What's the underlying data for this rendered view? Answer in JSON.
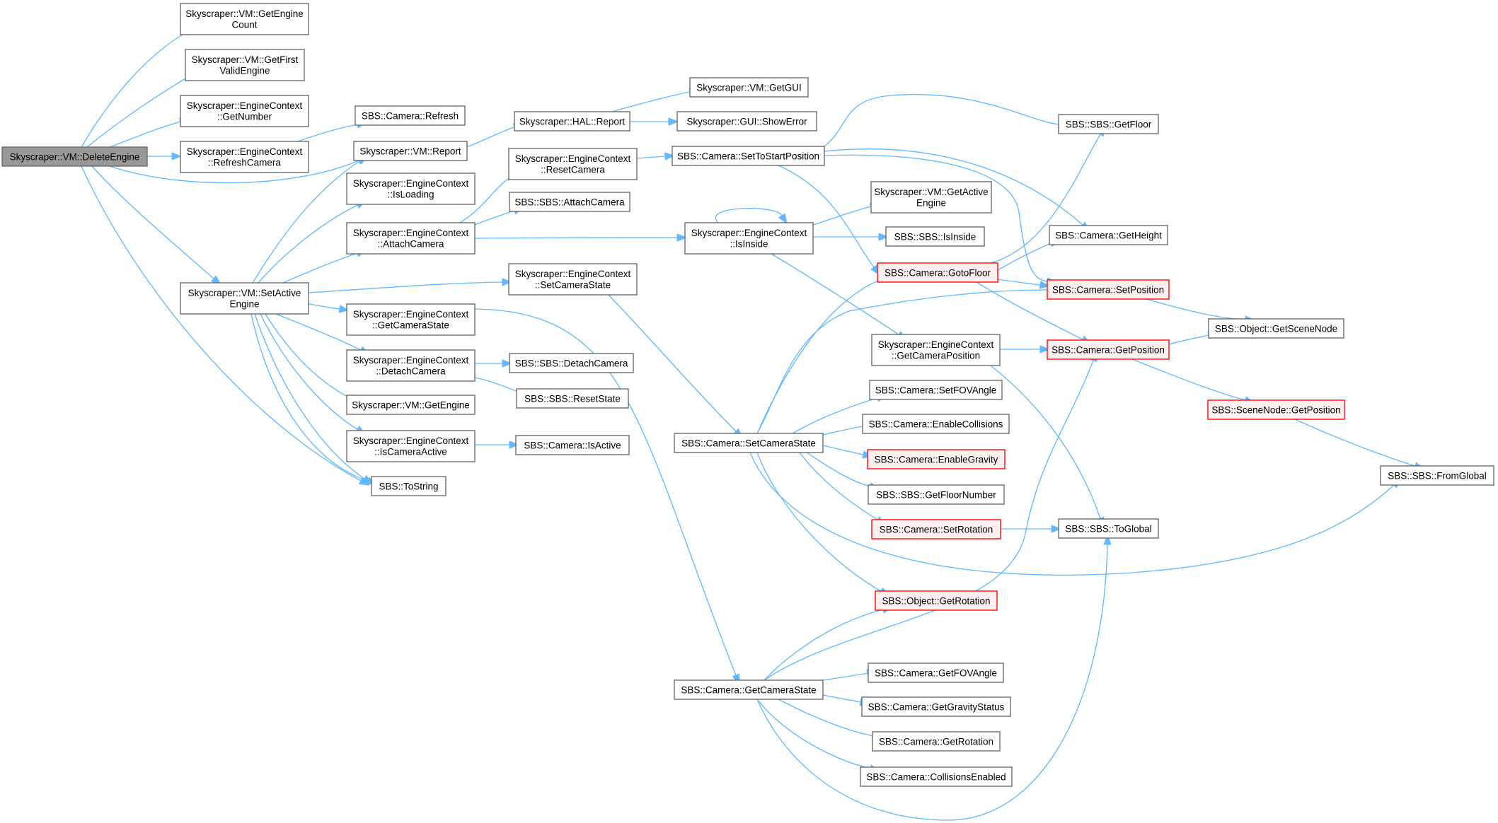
{
  "colors": {
    "edge": "#63b8ff",
    "node_fill": "#ffffff",
    "node_border": "#666666",
    "root_fill": "#999999",
    "root_border": "#666666",
    "truncated_border": "#ff0000",
    "truncated_fill": "#fff0f0"
  },
  "nodes": [
    {
      "id": "n_deleteengine",
      "lines": [
        "Skyscraper::VM::DeleteEngine"
      ],
      "style": "root"
    },
    {
      "id": "n_getenginecount",
      "lines": [
        "Skyscraper::VM::GetEngine",
        "Count"
      ],
      "style": "normal"
    },
    {
      "id": "n_getfirstvalid",
      "lines": [
        "Skyscraper::VM::GetFirst",
        "ValidEngine"
      ],
      "style": "normal"
    },
    {
      "id": "n_getnumber",
      "lines": [
        "Skyscraper::EngineContext",
        "::GetNumber"
      ],
      "style": "normal"
    },
    {
      "id": "n_refreshcamera",
      "lines": [
        "Skyscraper::EngineContext",
        "::RefreshCamera"
      ],
      "style": "normal"
    },
    {
      "id": "n_camrefresh",
      "lines": [
        "SBS::Camera::Refresh"
      ],
      "style": "normal"
    },
    {
      "id": "n_vmreport",
      "lines": [
        "Skyscraper::VM::Report"
      ],
      "style": "normal"
    },
    {
      "id": "n_halreport",
      "lines": [
        "Skyscraper::HAL::Report"
      ],
      "style": "normal"
    },
    {
      "id": "n_getgui",
      "lines": [
        "Skyscraper::VM::GetGUI"
      ],
      "style": "normal"
    },
    {
      "id": "n_showerror",
      "lines": [
        "Skyscraper::GUI::ShowError"
      ],
      "style": "normal"
    },
    {
      "id": "n_isloading",
      "lines": [
        "Skyscraper::EngineContext",
        "::IsLoading"
      ],
      "style": "normal"
    },
    {
      "id": "n_ctxattach",
      "lines": [
        "Skyscraper::EngineContext",
        "::AttachCamera"
      ],
      "style": "normal"
    },
    {
      "id": "n_resetcamera",
      "lines": [
        "Skyscraper::EngineContext",
        "::ResetCamera"
      ],
      "style": "normal"
    },
    {
      "id": "n_sbsattach",
      "lines": [
        "SBS::SBS::AttachCamera"
      ],
      "style": "normal"
    },
    {
      "id": "n_settostart",
      "lines": [
        "SBS::Camera::SetToStartPosition"
      ],
      "style": "normal"
    },
    {
      "id": "n_ctxisinside",
      "lines": [
        "Skyscraper::EngineContext",
        "::IsInside"
      ],
      "style": "normal"
    },
    {
      "id": "n_getactiveengine",
      "lines": [
        "Skyscraper::VM::GetActive",
        "Engine"
      ],
      "style": "normal"
    },
    {
      "id": "n_sbsisinside",
      "lines": [
        "SBS::SBS::IsInside"
      ],
      "style": "normal"
    },
    {
      "id": "n_setactiveengine",
      "lines": [
        "Skyscraper::VM::SetActive",
        "Engine"
      ],
      "style": "normal"
    },
    {
      "id": "n_ctxsetcamstate",
      "lines": [
        "Skyscraper::EngineContext",
        "::SetCameraState"
      ],
      "style": "normal"
    },
    {
      "id": "n_ctxgetcamstate",
      "lines": [
        "Skyscraper::EngineContext",
        "::GetCameraState"
      ],
      "style": "normal"
    },
    {
      "id": "n_ctxdetach",
      "lines": [
        "Skyscraper::EngineContext",
        "::DetachCamera"
      ],
      "style": "normal"
    },
    {
      "id": "n_sbsdetach",
      "lines": [
        "SBS::SBS::DetachCamera"
      ],
      "style": "normal"
    },
    {
      "id": "n_resetstate",
      "lines": [
        "SBS::SBS::ResetState"
      ],
      "style": "normal"
    },
    {
      "id": "n_vmgetengine",
      "lines": [
        "Skyscraper::VM::GetEngine"
      ],
      "style": "normal"
    },
    {
      "id": "n_ctxiscamactive",
      "lines": [
        "Skyscraper::EngineContext",
        "::IsCameraActive"
      ],
      "style": "normal"
    },
    {
      "id": "n_camisactive",
      "lines": [
        "SBS::Camera::IsActive"
      ],
      "style": "normal"
    },
    {
      "id": "n_tostring",
      "lines": [
        "SBS::ToString"
      ],
      "style": "normal"
    },
    {
      "id": "n_camsetstate",
      "lines": [
        "SBS::Camera::SetCameraState"
      ],
      "style": "normal"
    },
    {
      "id": "n_camgetstate",
      "lines": [
        "SBS::Camera::GetCameraState"
      ],
      "style": "normal"
    },
    {
      "id": "n_gotofloor",
      "lines": [
        "SBS::Camera::GotoFloor"
      ],
      "style": "truncated"
    },
    {
      "id": "n_ctxgetcampos",
      "lines": [
        "Skyscraper::EngineContext",
        "::GetCameraPosition"
      ],
      "style": "normal"
    },
    {
      "id": "n_setfovangle",
      "lines": [
        "SBS::Camera::SetFOVAngle"
      ],
      "style": "normal"
    },
    {
      "id": "n_enablecollisions",
      "lines": [
        "SBS::Camera::EnableCollisions"
      ],
      "style": "normal"
    },
    {
      "id": "n_enablegravity",
      "lines": [
        "SBS::Camera::EnableGravity"
      ],
      "style": "truncated"
    },
    {
      "id": "n_getfloornumber",
      "lines": [
        "SBS::SBS::GetFloorNumber"
      ],
      "style": "normal"
    },
    {
      "id": "n_setrotation",
      "lines": [
        "SBS::Camera::SetRotation"
      ],
      "style": "truncated"
    },
    {
      "id": "n_objgetrotation",
      "lines": [
        "SBS::Object::GetRotation"
      ],
      "style": "truncated"
    },
    {
      "id": "n_getfovangle",
      "lines": [
        "SBS::Camera::GetFOVAngle"
      ],
      "style": "normal"
    },
    {
      "id": "n_getgravitystatus",
      "lines": [
        "SBS::Camera::GetGravityStatus"
      ],
      "style": "normal"
    },
    {
      "id": "n_camgetrotation",
      "lines": [
        "SBS::Camera::GetRotation"
      ],
      "style": "normal"
    },
    {
      "id": "n_collisionsenabled",
      "lines": [
        "SBS::Camera::CollisionsEnabled"
      ],
      "style": "normal"
    },
    {
      "id": "n_getfloor",
      "lines": [
        "SBS::SBS::GetFloor"
      ],
      "style": "normal"
    },
    {
      "id": "n_getheight",
      "lines": [
        "SBS::Camera::GetHeight"
      ],
      "style": "normal"
    },
    {
      "id": "n_setposition",
      "lines": [
        "SBS::Camera::SetPosition"
      ],
      "style": "truncated"
    },
    {
      "id": "n_getposition",
      "lines": [
        "SBS::Camera::GetPosition"
      ],
      "style": "truncated"
    },
    {
      "id": "n_togloabl",
      "lines": [
        "SBS::SBS::ToGlobal"
      ],
      "style": "normal"
    },
    {
      "id": "n_getscenenode",
      "lines": [
        "SBS::Object::GetSceneNode"
      ],
      "style": "normal"
    },
    {
      "id": "n_scenegetpos",
      "lines": [
        "SBS::SceneNode::GetPosition"
      ],
      "style": "truncated"
    },
    {
      "id": "n_fromglobal",
      "lines": [
        "SBS::SBS::FromGlobal"
      ],
      "style": "normal"
    }
  ]
}
